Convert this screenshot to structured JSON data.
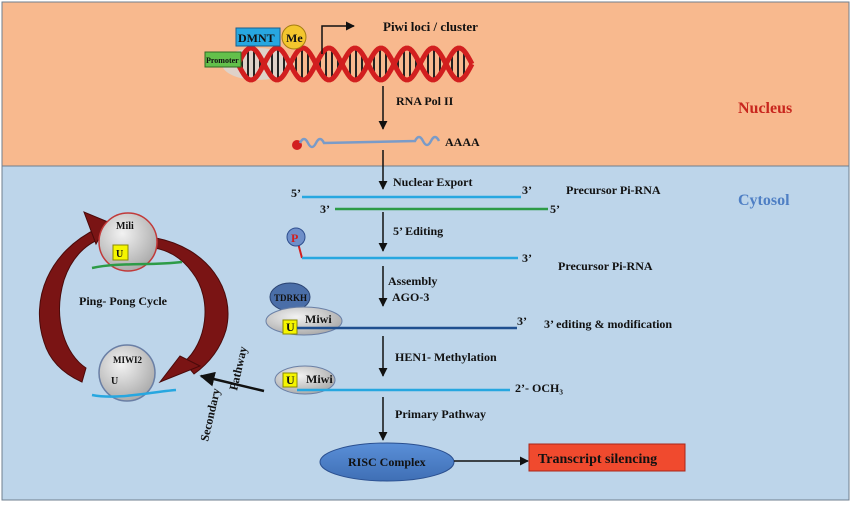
{
  "regions": {
    "nucleus": {
      "label": "Nucleus",
      "color": "#c8261e",
      "fill": "#f8b98e"
    },
    "cytosol": {
      "label": "Cytosol",
      "color": "#4f7fc4",
      "fill": "#bdd5ea"
    }
  },
  "gene": {
    "dmnt": "DMNT",
    "me": "Me",
    "promoter": "Promoter",
    "piwi_loci": "Piwi loci / cluster"
  },
  "transcription": {
    "step": "RNA Pol II",
    "poly_a": "AAAA"
  },
  "export": {
    "step": "Nuclear Export",
    "precursor_label": "Precursor  Pi-RNA",
    "top_5": "5’",
    "top_3": "3’",
    "bottom_3": "3’",
    "bottom_5": "5’"
  },
  "editing": {
    "step": "5’ Editing",
    "phosphate": "P",
    "strand_3": "3’",
    "precursor_label": "Precursor  Pi-RNA"
  },
  "assembly": {
    "step": "Assembly",
    "ago": "AGO-3",
    "tdrkh": "TDRKH",
    "u": "U",
    "miwi": "Miwi",
    "strand_3": "3’",
    "modification": "3’ editing  & modification"
  },
  "methylation": {
    "step": "HEN1- Methylation",
    "u": "U",
    "miwi": "Miwi",
    "end_label": "2’- OCH₃"
  },
  "primary": {
    "step": "Primary  Pathway",
    "risc": "RISC Complex",
    "silencing": "Transcript  silencing"
  },
  "secondary": {
    "line1": "Secondary",
    "line2": "Pathway"
  },
  "ping_pong": {
    "title": "Ping- Pong Cycle",
    "mili": "Mili",
    "mili_u": "U",
    "miwi2": "MIWI2",
    "miwi2_u": "U"
  }
}
